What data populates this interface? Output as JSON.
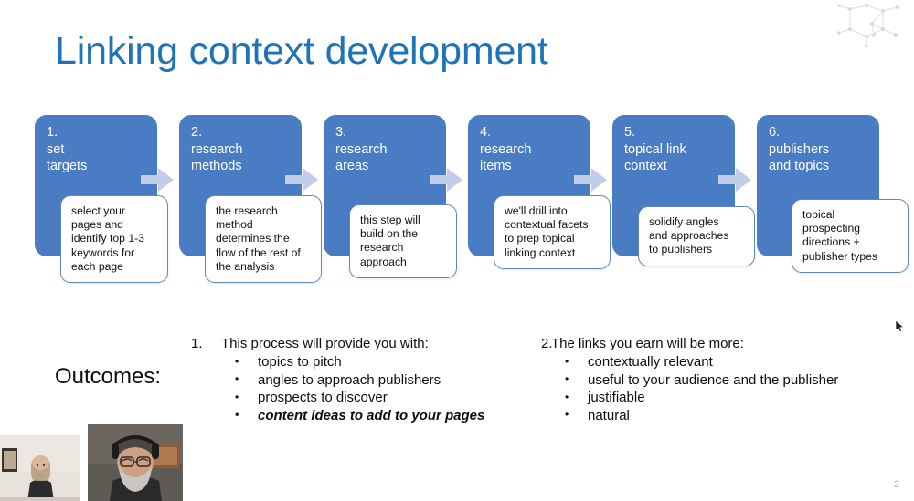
{
  "slide": {
    "title": "Linking context development",
    "page_number": "2",
    "title_color": "#1F73B8",
    "step_fill_color": "#4A7CC4",
    "arrow_color": "#C3CDE8"
  },
  "logo": {
    "icon": "molecule-network-logo-icon"
  },
  "process": {
    "steps": [
      {
        "number": "1.",
        "name": "set\ntargets",
        "detail": "select your\npages and\nidentify top 1-3\nkeywords for\neach page"
      },
      {
        "number": "2.",
        "name": "research\nmethods",
        "detail": "the research\nmethod\ndetermines the\nflow of the rest of\nthe analysis"
      },
      {
        "number": "3.",
        "name": "research\nareas",
        "detail": "this step will\nbuild on the\nresearch\napproach"
      },
      {
        "number": "4.",
        "name": "research\nitems",
        "detail": "we'll drill into\ncontextual facets\nto prep topical\nlinking context"
      },
      {
        "number": "5.",
        "name": "topical link\ncontext",
        "detail": "solidify angles\nand approaches\nto publishers"
      },
      {
        "number": "6.",
        "name": "publishers\nand topics",
        "detail": "topical\nprospecting\ndirections +\npublisher types"
      }
    ],
    "arrow_count": 5,
    "arrow_icon": "right-arrow-icon"
  },
  "outcomes": {
    "label": "Outcomes:",
    "columns": [
      {
        "number": "1.",
        "heading": "This process will provide you with:",
        "bullets": [
          {
            "text": "topics to pitch",
            "emphasis": false
          },
          {
            "text": "angles to approach publishers",
            "emphasis": false
          },
          {
            "text": "prospects to discover",
            "emphasis": false
          },
          {
            "text": "content ideas to add to your pages",
            "emphasis": true
          }
        ]
      },
      {
        "number": "2.",
        "heading": "The links you earn will be more:",
        "bullets": [
          {
            "text": "contextually relevant",
            "emphasis": false
          },
          {
            "text": "useful to your audience and the publisher",
            "emphasis": false
          },
          {
            "text": "justifiable",
            "emphasis": false
          },
          {
            "text": "natural",
            "emphasis": false
          }
        ]
      }
    ]
  },
  "video_tiles": [
    {
      "name": "participant-video-left"
    },
    {
      "name": "participant-video-right"
    }
  ],
  "cursor": {
    "icon": "mouse-pointer-icon"
  }
}
